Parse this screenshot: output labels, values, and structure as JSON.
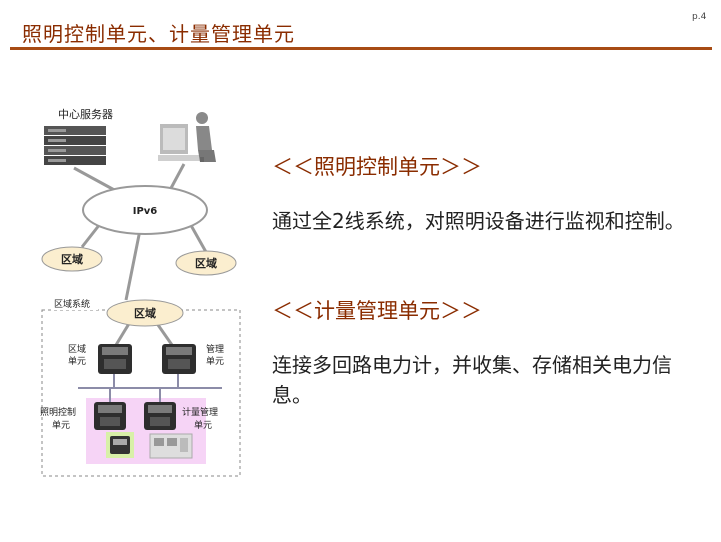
{
  "page": {
    "title": "照明控制单元、计量管理单元",
    "page_number": "p.4"
  },
  "diagram": {
    "server_label": "中心服务器",
    "network_label": "IPv6",
    "zone_left": "区域",
    "zone_right": "区域",
    "zone_system_label": "区域系统",
    "zone_center": "区域",
    "zone_unit_label": [
      "区域",
      "单元"
    ],
    "mgmt_unit_label": [
      "管理",
      "单元"
    ],
    "lighting_unit_label": [
      "照明控制",
      "单元"
    ],
    "metering_unit_label": [
      "计量管理",
      "单元"
    ]
  },
  "content": {
    "heading1": "＜＜照明控制单元＞＞",
    "body1": "通过全2线系统，对照明设备进行监视和控制。",
    "heading2": "＜＜计量管理单元＞＞",
    "body2": "连接多回路电力计，并收集、存储相关电力信息。"
  },
  "colors": {
    "title": "#8a2c00",
    "rule": "#a74b14",
    "zone_fill": "#fbeecf",
    "highlight": "#f6d4f6"
  }
}
